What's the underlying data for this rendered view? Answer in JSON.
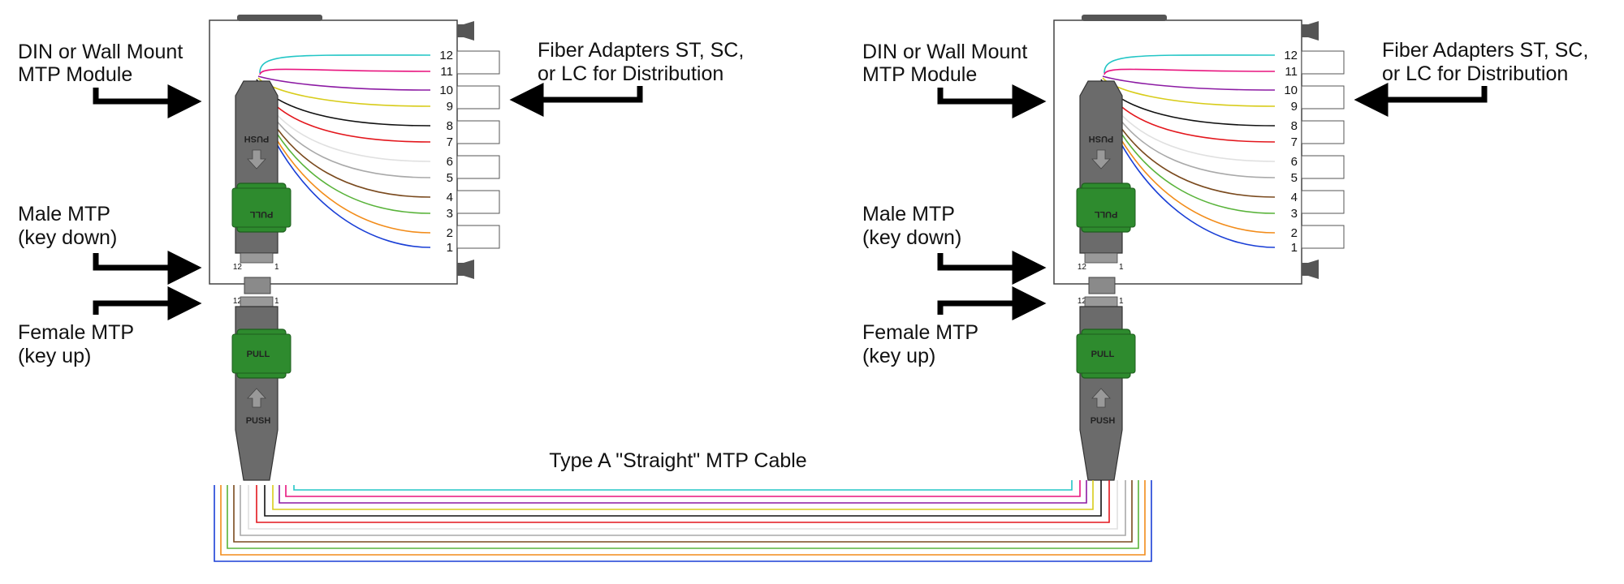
{
  "labels": {
    "module": [
      "DIN or Wall Mount",
      "MTP Module"
    ],
    "adapters": [
      "Fiber Adapters ST, SC,",
      "or LC for Distribution"
    ],
    "male": [
      "Male MTP",
      "(key down)"
    ],
    "female": [
      "Female MTP",
      "(key up)"
    ],
    "cable_title": "Type A \"Straight\" MTP Cable",
    "push": "PUSH",
    "pull": "PULL",
    "pin_left": "12",
    "pin_right": "1"
  },
  "fiber_numbers": [
    "12",
    "11",
    "10",
    "9",
    "8",
    "7",
    "6",
    "5",
    "4",
    "3",
    "2",
    "1"
  ],
  "fiber_colors": {
    "1": "#1a3fd6",
    "2": "#f28c1a",
    "3": "#59b33a",
    "4": "#7a4a1e",
    "5": "#a9a9a9",
    "6": "#e0e0e0",
    "7": "#e3171d",
    "8": "#111111",
    "9": "#d8cc1a",
    "10": "#8c1aa3",
    "11": "#e8157f",
    "12": "#23c6c6"
  },
  "colors": {
    "connector_body": "#6b6b6b",
    "pull_sleeve": "#2e8b2e",
    "module_border": "#444444",
    "arrow": "#000000"
  }
}
